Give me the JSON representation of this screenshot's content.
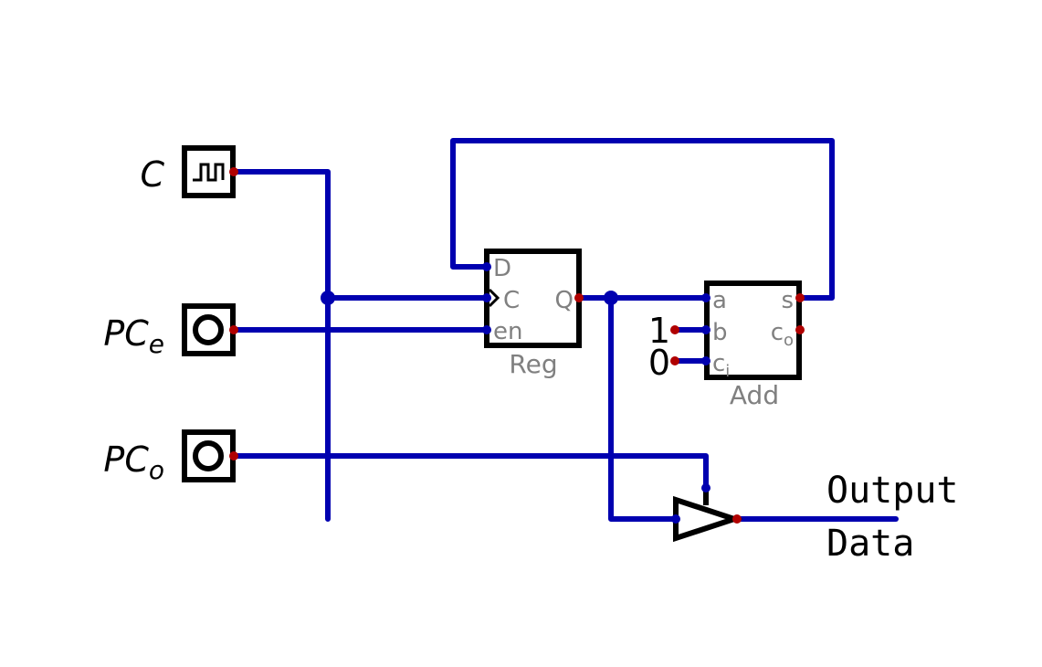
{
  "inputs": {
    "clock": {
      "name": "C",
      "icon": "clock-icon"
    },
    "pc_enable": {
      "name": "PC",
      "subscript": "e",
      "icon": "button-icon"
    },
    "pc_output": {
      "name": "PC",
      "subscript": "o",
      "icon": "button-icon"
    }
  },
  "register": {
    "label": "Reg",
    "pins": {
      "d": "D",
      "c": "C",
      "en": "en",
      "q": "Q"
    }
  },
  "adder": {
    "label": "Add",
    "pins": {
      "a": "a",
      "b": "b",
      "ci": "c",
      "ci_sub": "i",
      "s": "s",
      "co": "c",
      "co_sub": "o"
    }
  },
  "constants": {
    "b": "1",
    "ci": "0"
  },
  "output": {
    "line1": "Output",
    "line2": "Data"
  },
  "colors": {
    "wire": "#0000b0",
    "pin": "#b00000",
    "body": "#000000",
    "pin_text": "#808080"
  }
}
